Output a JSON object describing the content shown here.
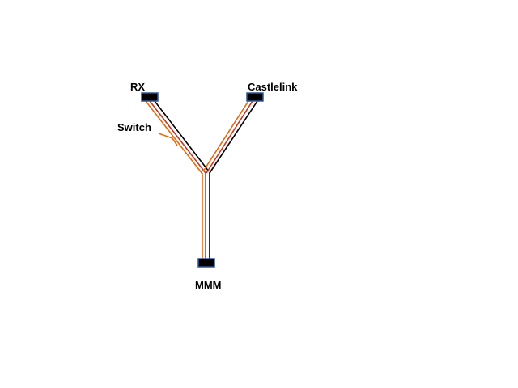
{
  "labels": {
    "rx": "RX",
    "castlelink": "Castlelink",
    "switch": "Switch",
    "mmm": "MMM"
  },
  "colors": {
    "signal": "#e46c0a",
    "power": "#c0392b",
    "ground": "#000000",
    "connector_fill": "#000000",
    "connector_border": "#2f5597"
  }
}
